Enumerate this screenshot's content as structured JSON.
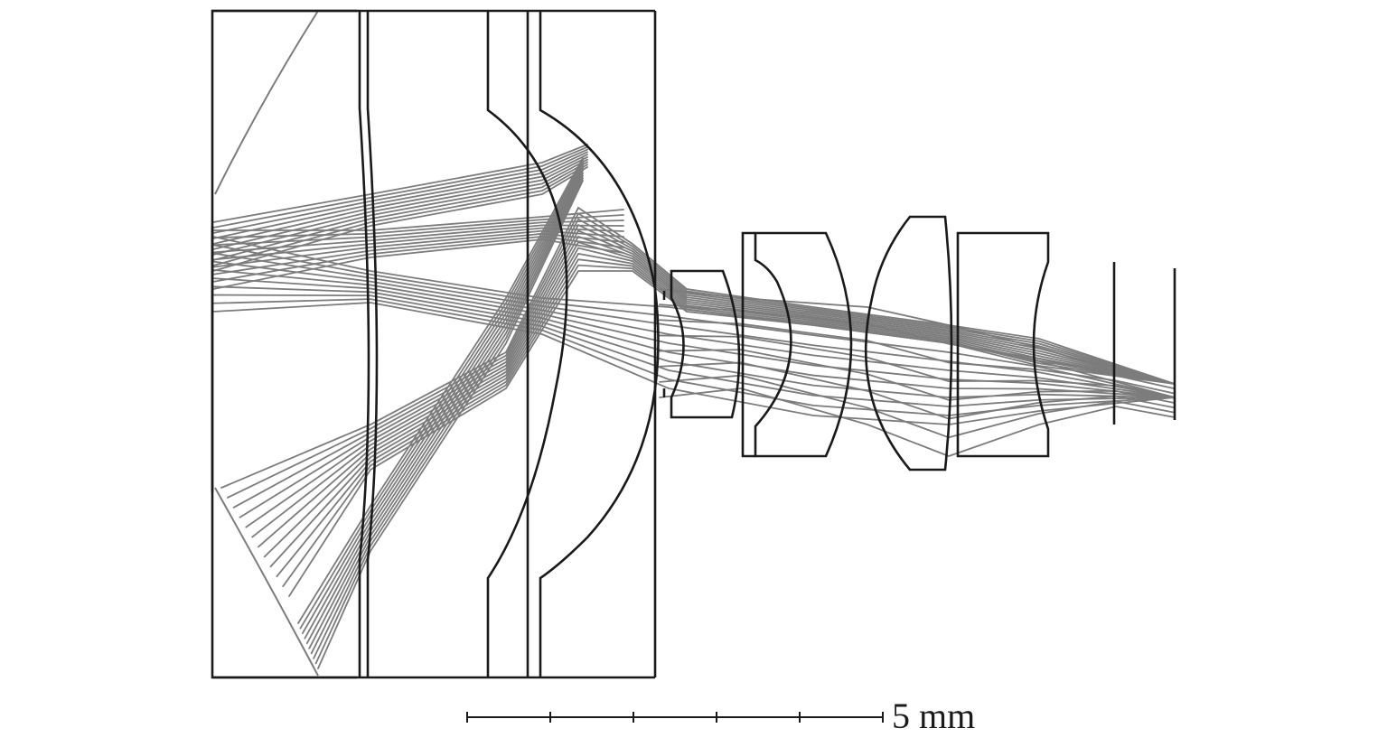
{
  "scale_bar": {
    "label": "5 mm",
    "divisions": 5
  },
  "colors": {
    "element_stroke": "#1a1a1a",
    "ray_stroke": "#7c7c7c",
    "background": "#ffffff"
  },
  "lens_elements": [
    "window-block",
    "thin-plate",
    "meniscus-element-1",
    "meniscus-element-2",
    "lens-group-2-element-1",
    "lens-group-2-element-2",
    "lens-group-2-element-3",
    "lens-group-2-element-4",
    "filter-plate",
    "image-plane"
  ]
}
